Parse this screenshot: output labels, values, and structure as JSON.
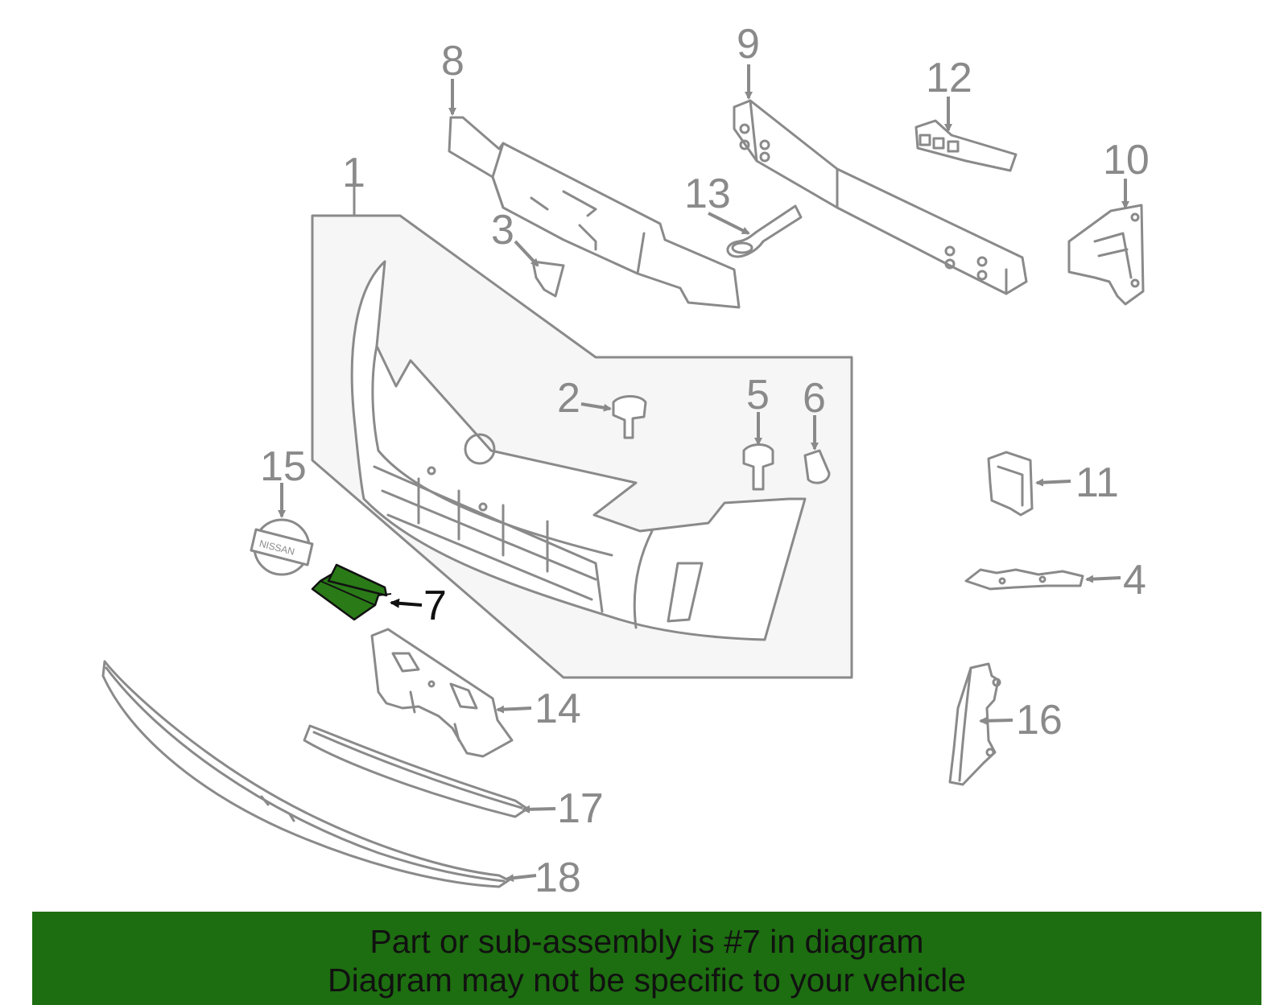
{
  "colors": {
    "highlight_fill": "#2a7a18",
    "banner_background": "#1d6e10",
    "line": "#8a8a8a",
    "assembly_fill": "#f6f6f6"
  },
  "callouts": {
    "p1": "1",
    "p2": "2",
    "p3": "3",
    "p4": "4",
    "p5": "5",
    "p6": "6",
    "p7": "7",
    "p8": "8",
    "p9": "9",
    "p10": "10",
    "p11": "11",
    "p12": "12",
    "p13": "13",
    "p14": "14",
    "p15": "15",
    "p16": "16",
    "p17": "17",
    "p18": "18"
  },
  "highlighted_part": "7",
  "logo_text": "NISSAN",
  "banner": {
    "line1": "Part or sub-assembly is #7 in diagram",
    "line2": "Diagram may not be specific to your vehicle"
  }
}
